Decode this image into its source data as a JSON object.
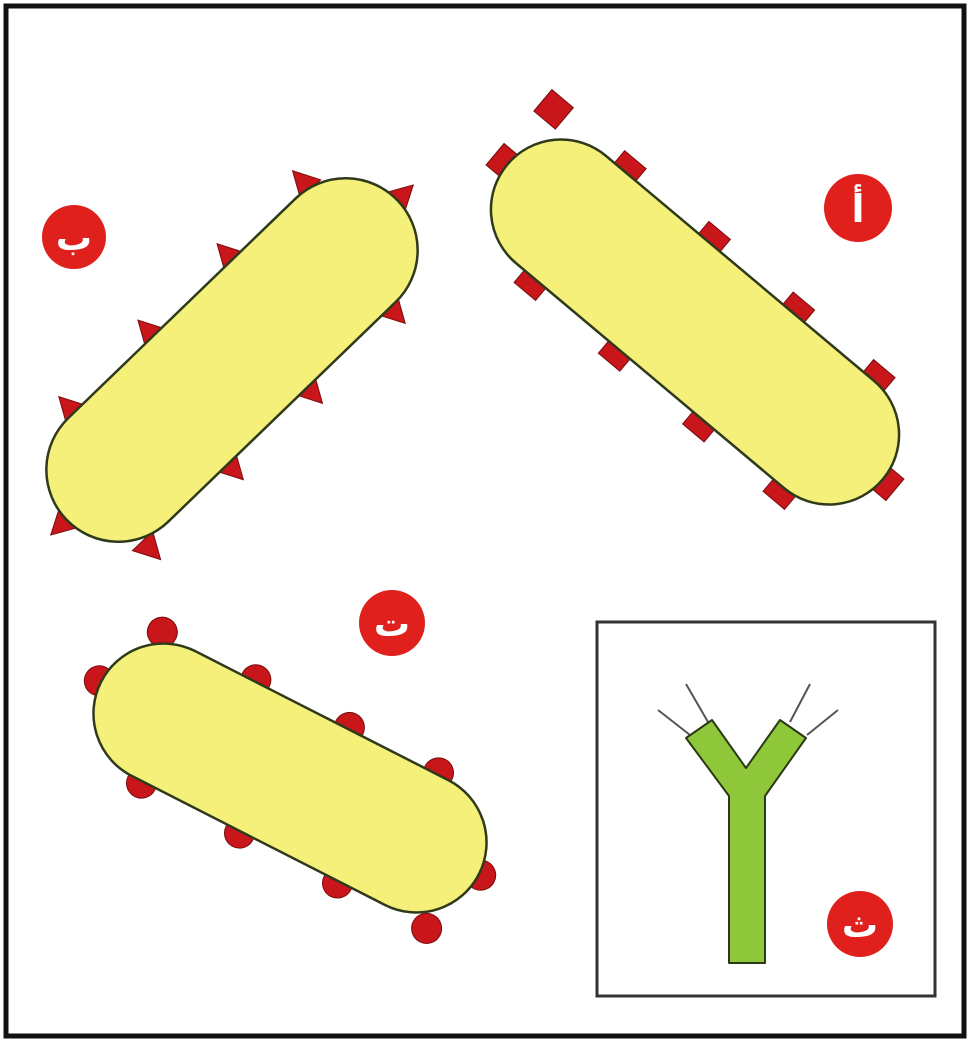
{
  "colors": {
    "bacterium_fill": "#f5f07a",
    "bacterium_outline": "#2e3a1a",
    "antigen": "#c8161a",
    "antibody": "#8ec83a",
    "label_circle": "#e0201c",
    "label_text": "#ffffff",
    "frame": "#111111",
    "inset_frame": "#333333"
  },
  "labels": {
    "a": "أ",
    "b": "ب",
    "c": "ت",
    "d": "ث"
  },
  "bacteria": [
    {
      "id": "a",
      "antigen_shape": "square",
      "antigen_icon": "square-antigen-icon"
    },
    {
      "id": "b",
      "antigen_shape": "triangle",
      "antigen_icon": "triangle-antigen-icon"
    },
    {
      "id": "c",
      "antigen_shape": "circle",
      "antigen_icon": "circle-antigen-icon"
    }
  ],
  "antibody": {
    "icon": "y-shaped-antibody-icon"
  }
}
